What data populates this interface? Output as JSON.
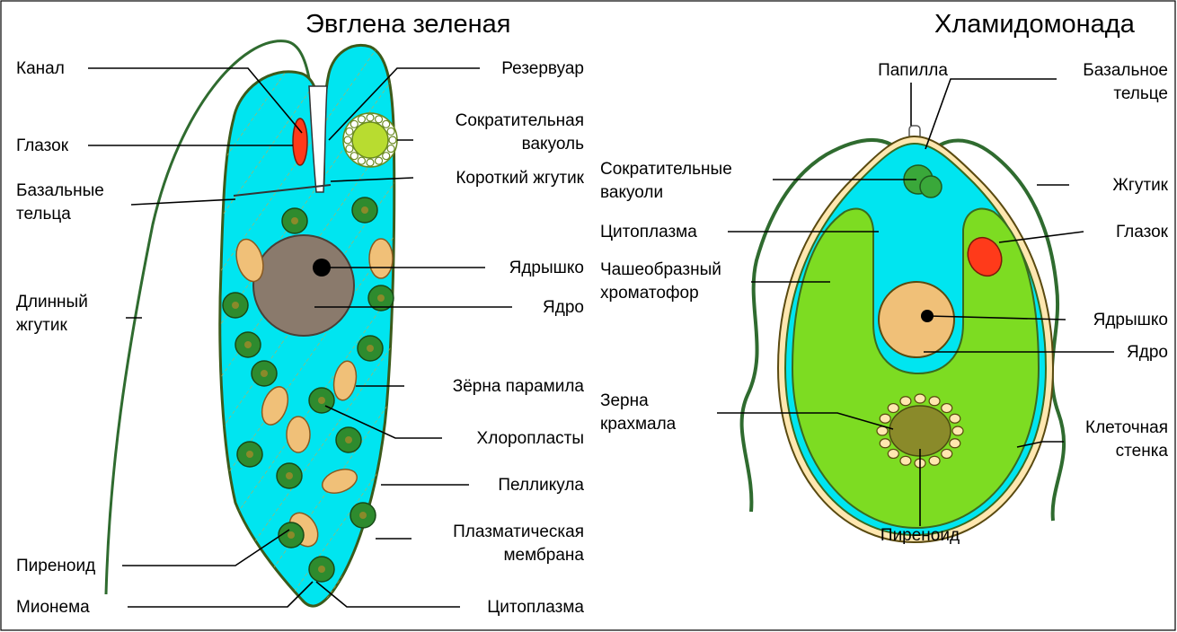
{
  "titles": {
    "left": "Эвглена зеленая",
    "right": "Хламидомонада"
  },
  "euglena": {
    "kanal": "Канал",
    "glazok": "Глазок",
    "bazalnye_1": "Базальные",
    "bazalnye_2": "тельца",
    "dlinny_1": "Длинный",
    "dlinny_2": "жгутик",
    "pirenoid": "Пиреноид",
    "mionema": "Мионема",
    "rezervuar": "Резервуар",
    "sokr_1": "Сократительная",
    "sokr_2": "вакуоль",
    "korotky": "Короткий жгутик",
    "yadryshko": "Ядрышко",
    "yadro": "Ядро",
    "zerna": "Зёрна парамила",
    "hloroplasty": "Хлоропласты",
    "pellikula": "Пелликула",
    "plazm_1": "Плазматическая",
    "plazm_2": "мембрана",
    "citoplazma": "Цитоплазма"
  },
  "chlamy": {
    "papilla": "Папилла",
    "bazalnoe_1": "Базальное",
    "bazalnoe_2": "тельце",
    "sokr_1": "Сократительные",
    "sokr_2": "вакуоли",
    "citoplazma": "Цитоплазма",
    "chash_1": "Чашеобразный",
    "chash_2": "хроматофор",
    "zerna_1": "Зерна",
    "zerna_2": "крахмала",
    "zhgutik": "Жгутик",
    "glazok": "Глазок",
    "yadryshko": "Ядрышко",
    "yadro": "Ядро",
    "kletochnaya_1": "Клеточная",
    "kletochnaya_2": "стенка",
    "pirenoid": "Пиреноид"
  },
  "colors": {
    "cytoplasm": "#00e5f0",
    "chloroplast": "#2e8b2e",
    "paramylon": "#f0c078",
    "nucleus": "#8a7a6c",
    "eyespot": "#ff3a1a",
    "vacuole": "#b8dc30",
    "chromatophore": "#7ddc22",
    "pyrenoid": "#8a8a2a",
    "flagellum": "#2f6b2f"
  }
}
